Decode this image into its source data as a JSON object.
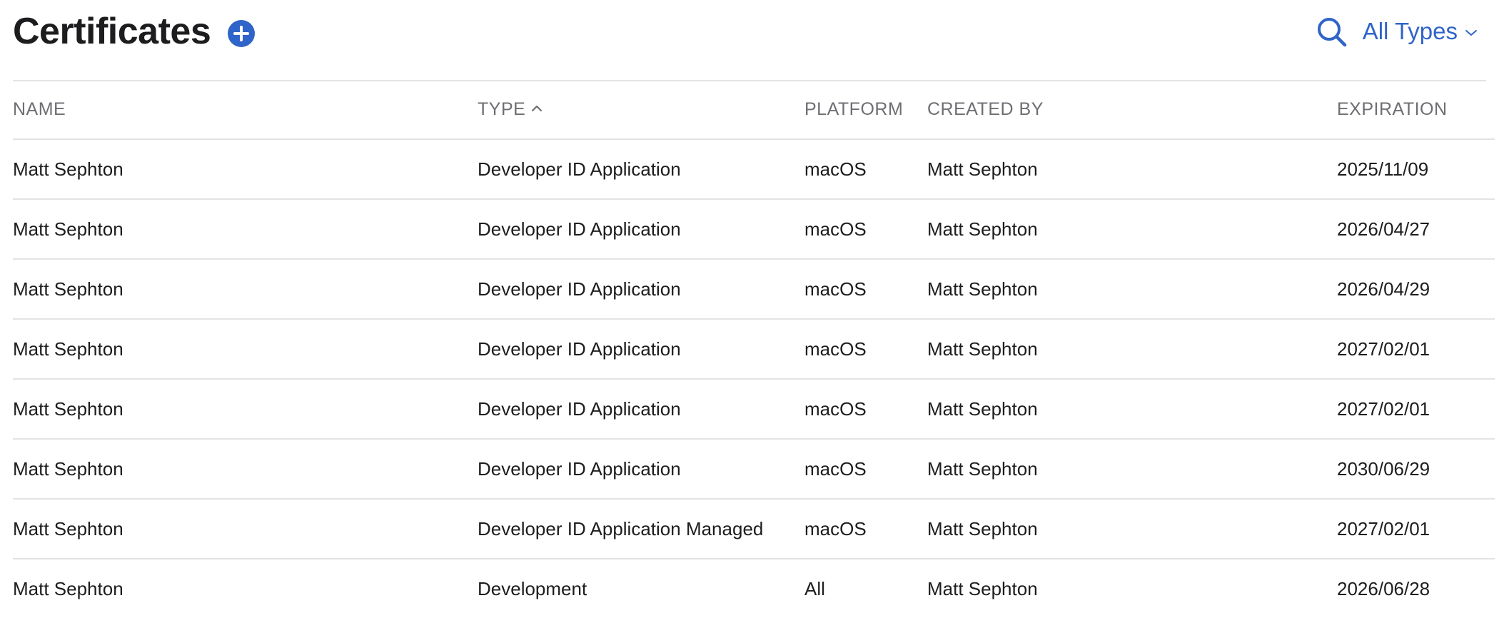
{
  "header": {
    "title": "Certificates",
    "add_icon": "plus-circle-icon",
    "search_icon": "search-icon",
    "filter_label": "All Types",
    "filter_icon": "chevron-down-icon"
  },
  "colors": {
    "accent": "#2f64c8",
    "text": "#1d1d1f",
    "header_text": "#6e6e73",
    "divider": "#e3e3e6"
  },
  "table": {
    "columns": {
      "name": "NAME",
      "type": "TYPE",
      "platform": "PLATFORM",
      "created_by": "CREATED BY",
      "expiration": "EXPIRATION"
    },
    "sort": {
      "column": "type",
      "direction": "ascending",
      "icon": "chevron-up-icon"
    },
    "rows": [
      {
        "name": "Matt Sephton",
        "type": "Developer ID Application",
        "platform": "macOS",
        "created_by": "Matt Sephton",
        "expiration": "2025/11/09"
      },
      {
        "name": "Matt Sephton",
        "type": "Developer ID Application",
        "platform": "macOS",
        "created_by": "Matt Sephton",
        "expiration": "2026/04/27"
      },
      {
        "name": "Matt Sephton",
        "type": "Developer ID Application",
        "platform": "macOS",
        "created_by": "Matt Sephton",
        "expiration": "2026/04/29"
      },
      {
        "name": "Matt Sephton",
        "type": "Developer ID Application",
        "platform": "macOS",
        "created_by": "Matt Sephton",
        "expiration": "2027/02/01"
      },
      {
        "name": "Matt Sephton",
        "type": "Developer ID Application",
        "platform": "macOS",
        "created_by": "Matt Sephton",
        "expiration": "2027/02/01"
      },
      {
        "name": "Matt Sephton",
        "type": "Developer ID Application",
        "platform": "macOS",
        "created_by": "Matt Sephton",
        "expiration": "2030/06/29"
      },
      {
        "name": "Matt Sephton",
        "type": "Developer ID Application Managed",
        "platform": "macOS",
        "created_by": "Matt Sephton",
        "expiration": "2027/02/01"
      },
      {
        "name": "Matt Sephton",
        "type": "Development",
        "platform": "All",
        "created_by": "Matt Sephton",
        "expiration": "2026/06/28"
      }
    ]
  }
}
